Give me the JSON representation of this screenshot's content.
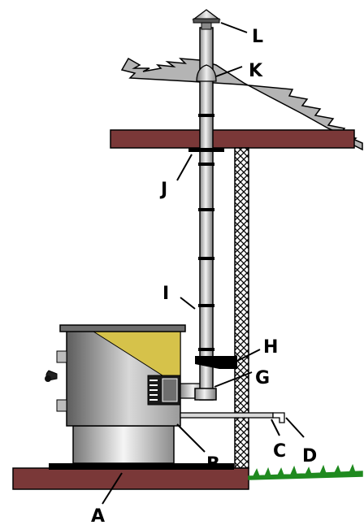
{
  "labels": {
    "a": "A",
    "b": "B",
    "c": "C",
    "d": "D",
    "g": "G",
    "h": "H",
    "i": "I",
    "j": "J",
    "k": "K",
    "l": "L"
  },
  "colors": {
    "floor": "#7a3838",
    "ceiling": "#7a3838",
    "stove_gray": "#8f8f8f",
    "hopper_yellow": "#d6c24a",
    "pipe": "#c9c9c9",
    "roof": "#b4b4b4",
    "grass": "#1f8a1f"
  }
}
